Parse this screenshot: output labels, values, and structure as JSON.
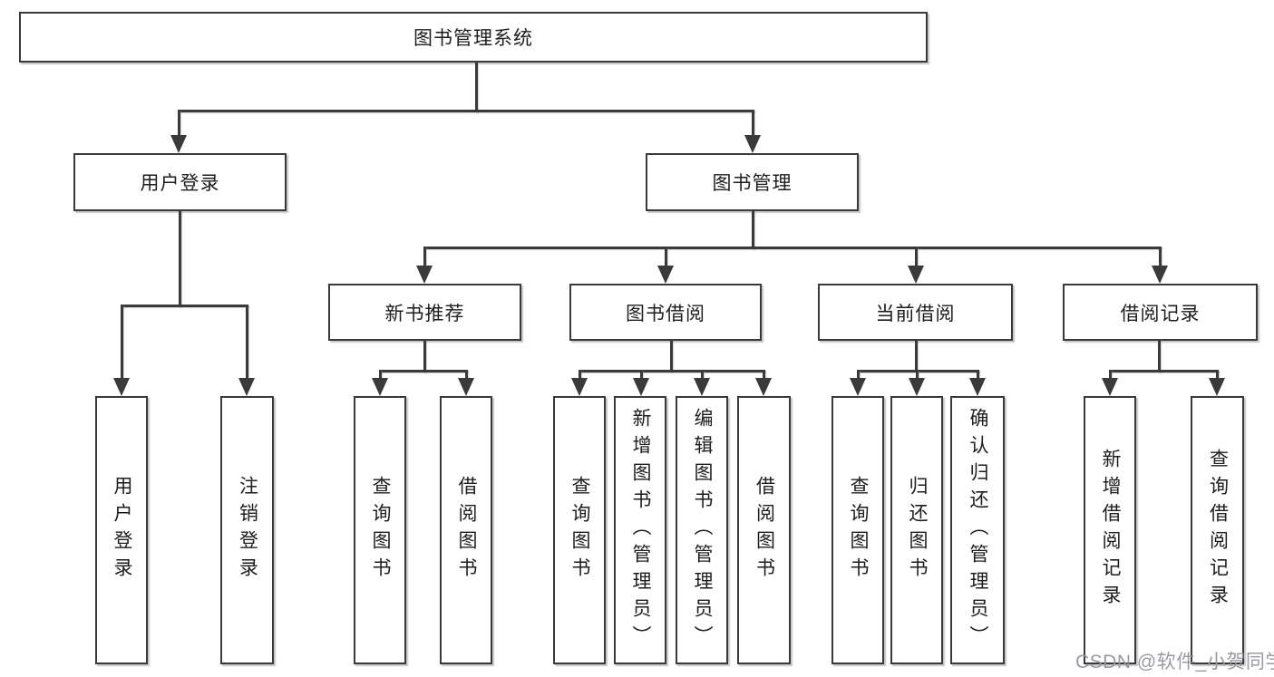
{
  "diagram": {
    "root": {
      "label": "图书管理系统"
    },
    "level2": [
      {
        "label": "用户登录"
      },
      {
        "label": "图书管理"
      }
    ],
    "level3": [
      {
        "label": "新书推荐"
      },
      {
        "label": "图书借阅"
      },
      {
        "label": "当前借阅"
      },
      {
        "label": "借阅记录"
      }
    ],
    "level4": [
      {
        "label": "用户登录"
      },
      {
        "label": "注销登录"
      },
      {
        "label": "查询图书"
      },
      {
        "label": "借阅图书"
      },
      {
        "label": "查询图书"
      },
      {
        "label": "新增图书（管理员）"
      },
      {
        "label": "编辑图书（管理员）"
      },
      {
        "label": "借阅图书"
      },
      {
        "label": "查询图书"
      },
      {
        "label": "归还图书"
      },
      {
        "label": "确认归还（管理员）"
      },
      {
        "label": "新增借阅记录"
      },
      {
        "label": "查询借阅记录"
      }
    ],
    "colors": {
      "line": "#3a3a3a",
      "text": "#1d1d1d",
      "background": "#ffffff",
      "watermark": "#93969d"
    }
  },
  "watermark": {
    "text": "CSDN @软件_小贺同学"
  }
}
